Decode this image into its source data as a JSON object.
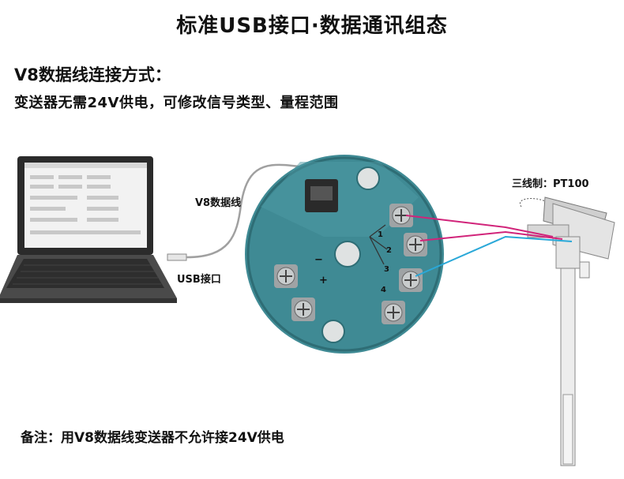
{
  "title": "标准USB接口·数据通讯组态",
  "subtitle": "V8数据线连接方式：",
  "description": "变送器无需24V供电，可修改信号类型、量程范围",
  "labels": {
    "cable": "V8数据线",
    "usb": "USB接口",
    "sensor": "三线制：PT100"
  },
  "terminal_marks": {
    "t1": "1",
    "t2": "2",
    "t3": "3",
    "t4": "4",
    "minus": "−",
    "plus": "+"
  },
  "note": "备注：用V8数据线变送器不允许接24V供电",
  "colors": {
    "transmitter_body": "#3f8a94",
    "wire_magenta": "#d1247a",
    "wire_blue": "#2aa8d8",
    "cable": "#9a9a9a"
  }
}
